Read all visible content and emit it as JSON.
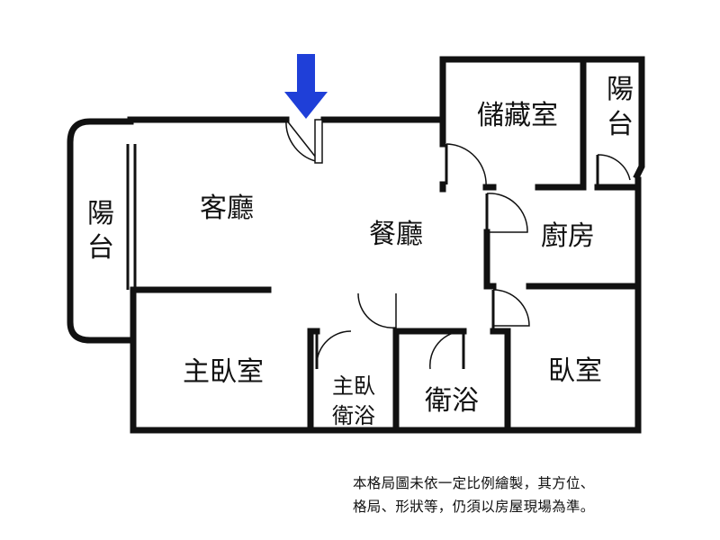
{
  "plan": {
    "entrance_arrow_color": "#1f3fd8",
    "wall_color": "#111111",
    "rooms": {
      "living_room": "客廳",
      "dining_room": "餐廳",
      "storage_room": "儲藏室",
      "balcony_right_1": "陽",
      "balcony_right_2": "台",
      "balcony_left_1": "陽",
      "balcony_left_2": "台",
      "kitchen": "廚房",
      "master_bedroom": "主臥室",
      "master_bath_1": "主臥",
      "master_bath_2": "衛浴",
      "bathroom": "衛浴",
      "bedroom": "臥室"
    }
  },
  "disclaimer": {
    "line1": "本格局圖未依一定比例繪製，其方位、",
    "line2": "格局、形狀等，仍須以房屋現場為準。"
  }
}
